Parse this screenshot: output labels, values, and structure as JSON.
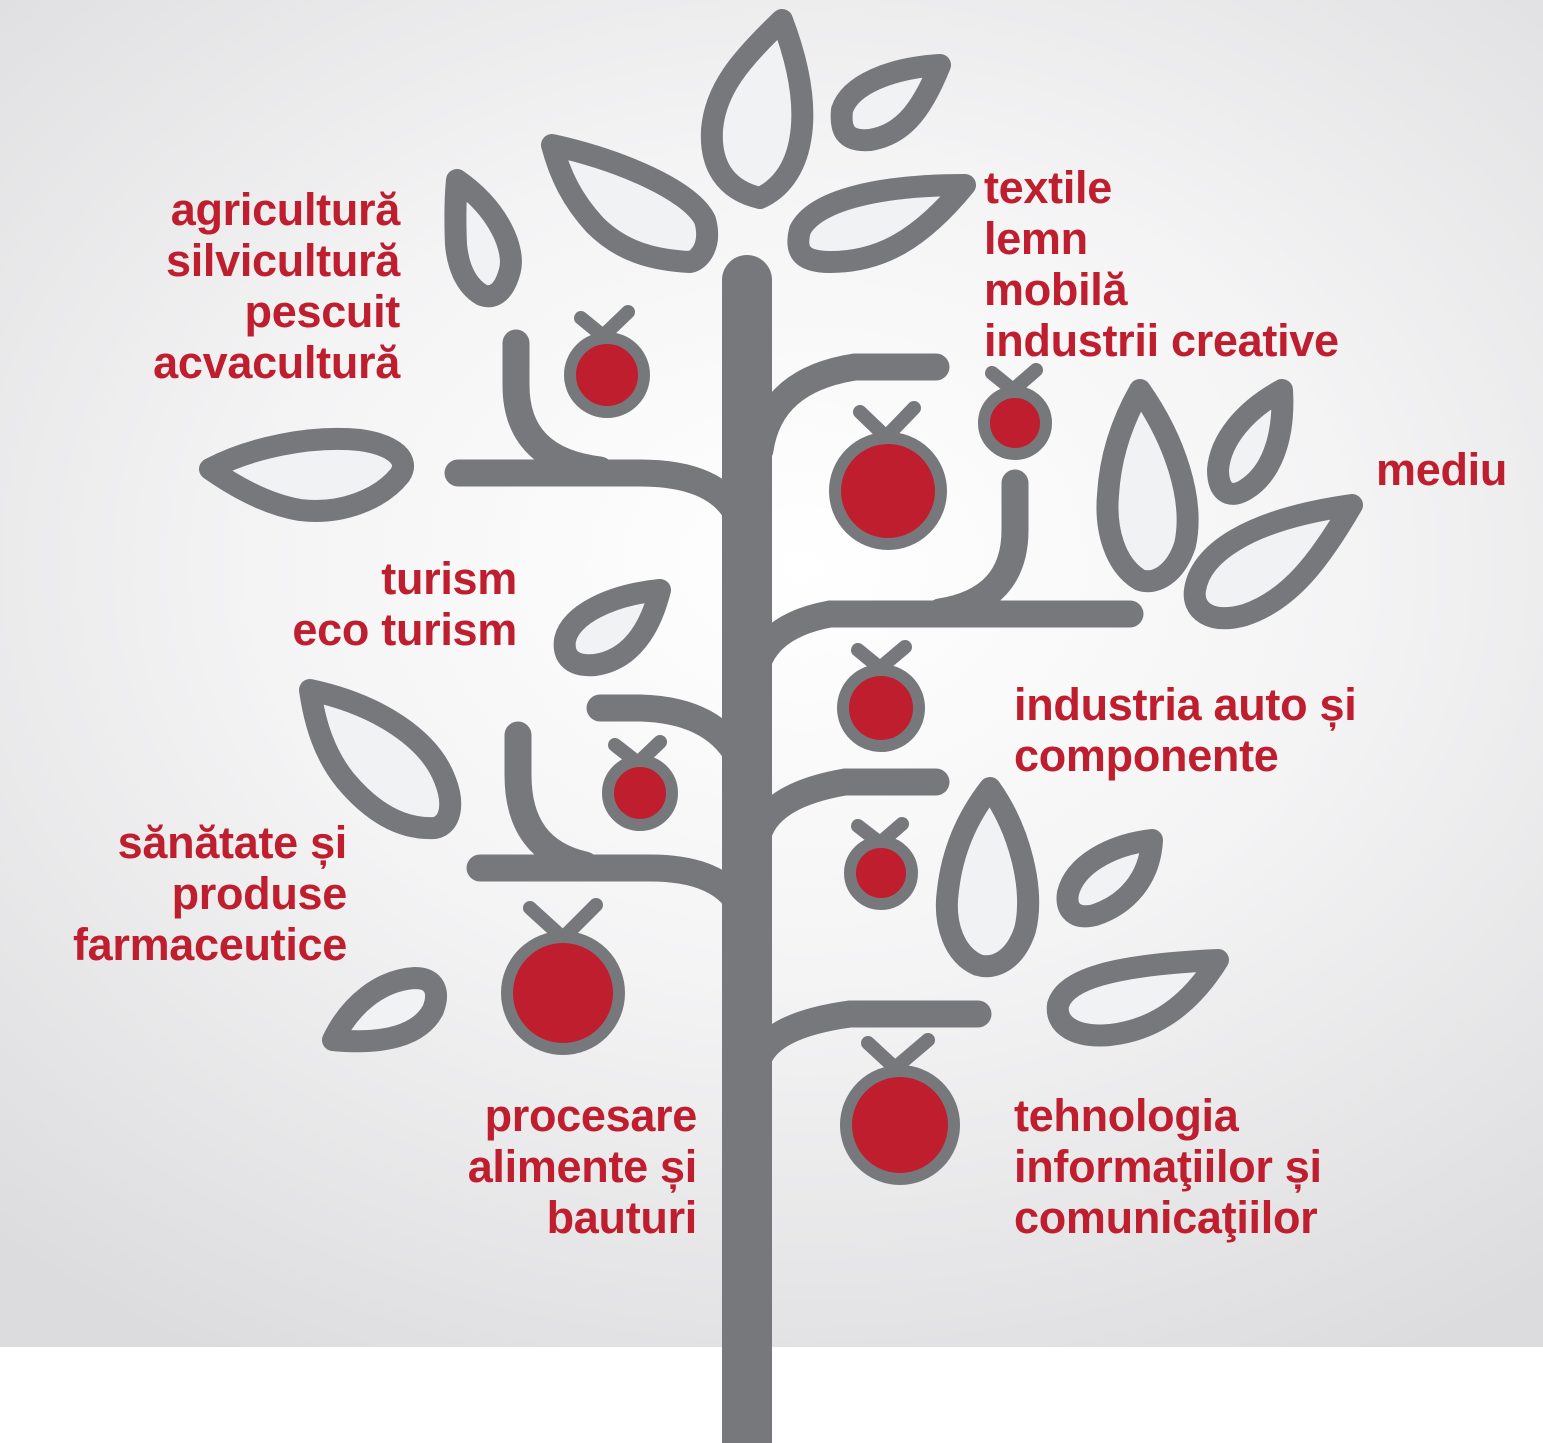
{
  "labels": {
    "agri": "agricultură\nsilvicultură\npescuit\nacvacultură",
    "textile": "textile\nlemn\nmobilă\nindustrii creative",
    "mediu": "mediu",
    "turism": "turism\neco turism",
    "auto": "industria auto și\ncomponente",
    "sanatate": "sănătate și\nproduse\nfarmaceutice",
    "procesare": "procesare\nalimente și\nbauturi",
    "it": "tehnologia\ninformaţiilor și\ncomunicaţiilor"
  },
  "colors": {
    "trunk": "#77787b",
    "leaf_fill": "#f1f2f3",
    "fruit": "#bf1e2e",
    "text": "#bf1e2e"
  }
}
